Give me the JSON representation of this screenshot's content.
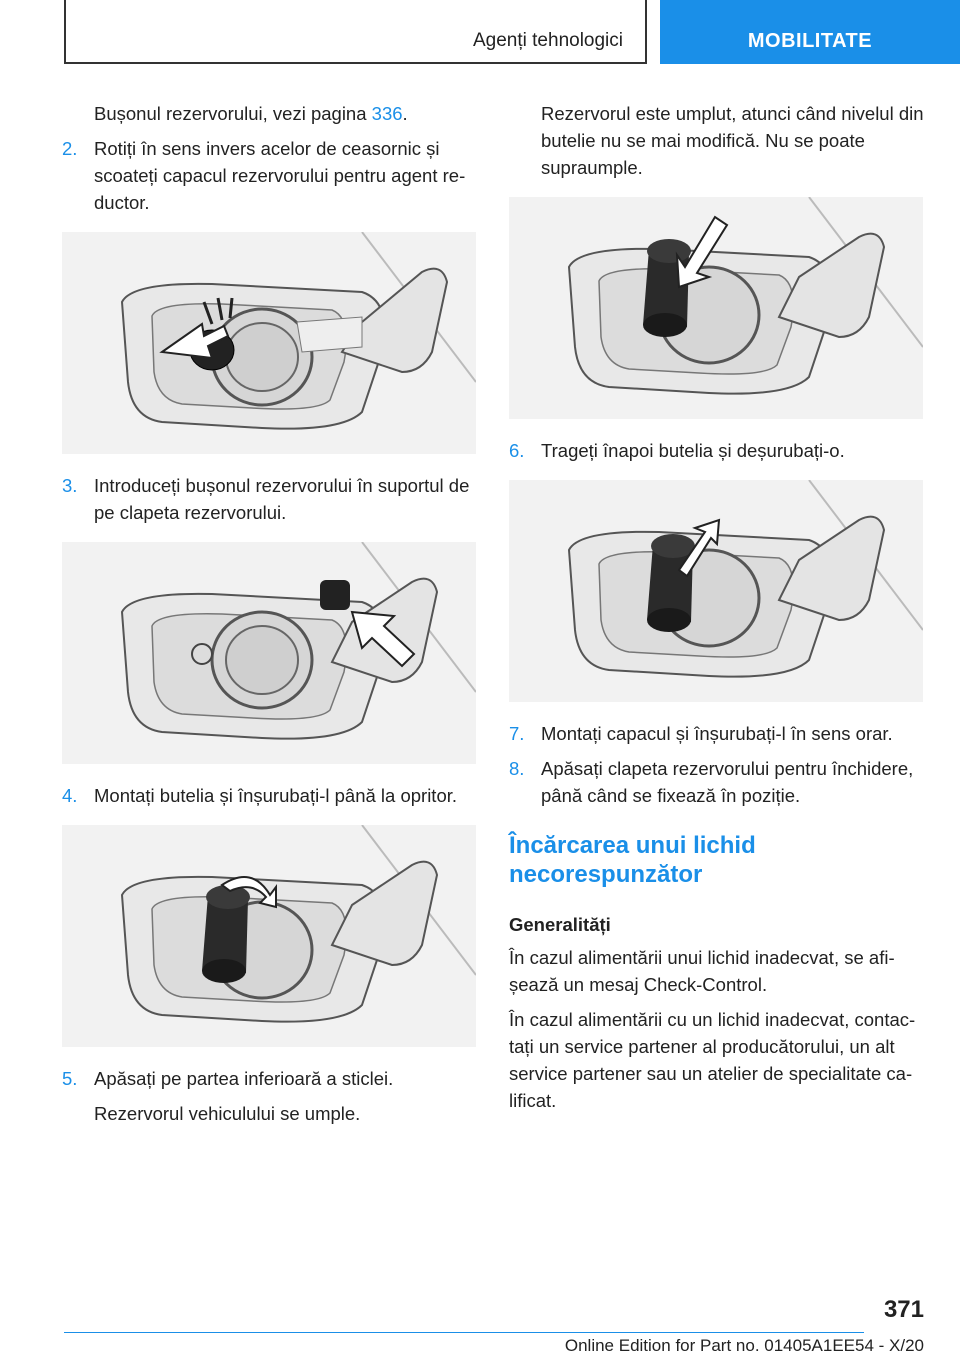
{
  "header": {
    "section": "Agenți tehnologici",
    "chapter": "MOBILITATE"
  },
  "left": {
    "intro_text": "Bușonul rezervorului, vezi pagina ",
    "intro_link": "336",
    "intro_end": ".",
    "step2": {
      "num": "2.",
      "text": "Rotiți în sens invers acelor de ceasornic și scoateți capacul rezervorului pentru agent re-ductor."
    },
    "step3": {
      "num": "3.",
      "text": "Introduceți bușonul rezervorului în suportul de pe clapeta rezervorului."
    },
    "step4": {
      "num": "4.",
      "text": "Montați butelia și înșurubați-l până la opritor."
    },
    "step5": {
      "num": "5.",
      "text": "Apăsați pe partea inferioară a sticlei."
    },
    "step5_note": "Rezervorul vehiculului se umple."
  },
  "right": {
    "intro_text": "Rezervorul este umplut, atunci când nivelul din butelie nu se mai modifică. Nu se poate supraumple.",
    "step6": {
      "num": "6.",
      "text": "Trageți înapoi butelia și deșurubați-o."
    },
    "step7": {
      "num": "7.",
      "text": "Montați capacul și înșurubați-l în sens orar."
    },
    "step8": {
      "num": "8.",
      "text": "Apăsați clapeta rezervorului pentru închidere, până când se fixează în poziție."
    },
    "heading": "Încărcarea unui lichid necorespunzător",
    "subheading": "Generalități",
    "para1": "În cazul alimentării unui lichid inadecvat, se afi-șează un mesaj Check-Control.",
    "para2": "În cazul alimentării cu un lichid inadecvat, contac-tați un service partener al producătorului, un alt service partener sau un atelier de specialitate ca-lificat."
  },
  "footer": {
    "page_number": "371",
    "edition": "Online Edition for Part no. 01405A1EE54 - X/20"
  }
}
